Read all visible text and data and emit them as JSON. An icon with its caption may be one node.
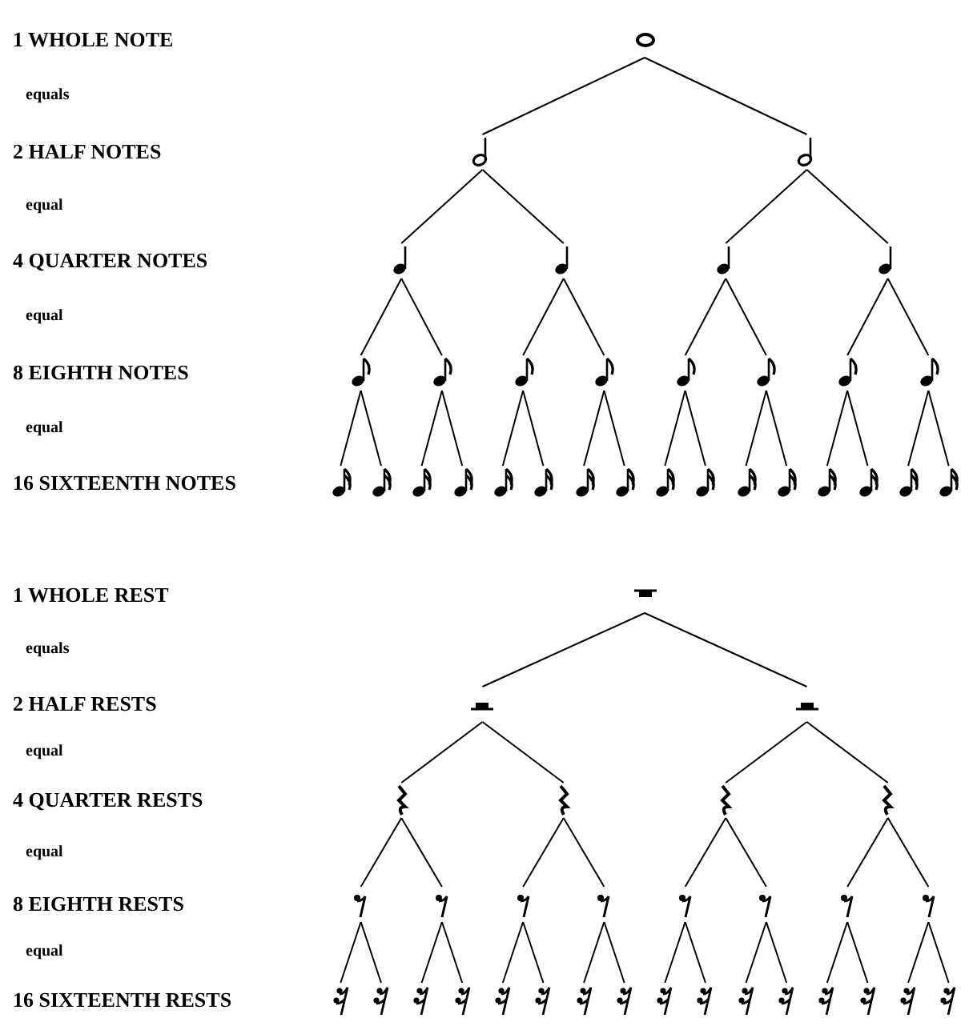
{
  "diagram": {
    "nodes": [
      {
        "text": [],
        "shape": "note"
      },
      {
        "text": [],
        "shape": "note"
      },
      {
        "text": [],
        "shape": "note"
      },
      {
        "text": [],
        "shape": "note"
      },
      {
        "text": [],
        "shape": "note"
      },
      {
        "text": [],
        "shape": "note"
      },
      {
        "text": [],
        "shape": "note"
      },
      {
        "text": [],
        "shape": "note"
      },
      {
        "text": [],
        "shape": "note"
      },
      {
        "text": [],
        "shape": "note"
      },
      {
        "text": [],
        "shape": "note"
      },
      {
        "text": [],
        "shape": "note"
      },
      {
        "text": [],
        "shape": "note"
      },
      {
        "text": [],
        "shape": "note"
      },
      {
        "text": [],
        "shape": "note"
      },
      {
        "text": [],
        "shape": "note"
      },
      {
        "text": [],
        "shape": "note"
      },
      {
        "text": [],
        "shape": "note"
      },
      {
        "text": [],
        "shape": "note"
      },
      {
        "text": [],
        "shape": "note"
      },
      {
        "text": [],
        "shape": "note"
      },
      {
        "text": [],
        "shape": "note"
      },
      {
        "text": [],
        "shape": "note"
      },
      {
        "text": [],
        "shape": "note"
      },
      {
        "text": [],
        "shape": "note"
      },
      {
        "text": [],
        "shape": "note"
      },
      {
        "text": [],
        "shape": "note"
      },
      {
        "text": [],
        "shape": "note"
      },
      {
        "text": [],
        "shape": "note"
      },
      {
        "text": [],
        "shape": "note"
      },
      {
        "text": [],
        "shape": "note"
      },
      {
        "text": [],
        "shape": "rest"
      },
      {
        "text": [],
        "shape": "rest"
      },
      {
        "text": [],
        "shape": "rest"
      },
      {
        "text": [],
        "shape": "rest"
      },
      {
        "text": [],
        "shape": "rest"
      },
      {
        "text": [],
        "shape": "rest"
      },
      {
        "text": [],
        "shape": "rest"
      },
      {
        "text": [],
        "shape": "rest"
      },
      {
        "text": [],
        "shape": "rest"
      },
      {
        "text": [],
        "shape": "rest"
      },
      {
        "text": [],
        "shape": "rest"
      },
      {
        "text": [],
        "shape": "rest"
      },
      {
        "text": [],
        "shape": "rest"
      },
      {
        "text": [],
        "shape": "rest"
      },
      {
        "text": [],
        "shape": "rest"
      },
      {
        "text": [],
        "shape": "rest"
      },
      {
        "text": [],
        "shape": "rest"
      },
      {
        "text": [],
        "shape": "rest"
      },
      {
        "text": [],
        "shape": "rest"
      },
      {
        "text": [],
        "shape": "rest"
      },
      {
        "text": [],
        "shape": "rest"
      },
      {
        "text": [],
        "shape": "rest"
      },
      {
        "text": [],
        "shape": "rest"
      },
      {
        "text": [],
        "shape": "rest"
      },
      {
        "text": [],
        "shape": "rest"
      },
      {
        "text": [],
        "shape": "rest"
      },
      {
        "text": [],
        "shape": "rest"
      },
      {
        "text": [],
        "shape": "rest"
      },
      {
        "text": [],
        "shape": "rest"
      },
      {
        "text": [],
        "shape": "rest"
      },
      {
        "text": [],
        "shape": "rest"
      }
    ],
    "edges": [
      {
        "from": 0,
        "to": 1,
        "arrow": "none"
      },
      {
        "from": 0,
        "to": 2,
        "arrow": "none"
      },
      {
        "from": 1,
        "to": 3,
        "arrow": "none"
      },
      {
        "from": 1,
        "to": 4,
        "arrow": "none"
      },
      {
        "from": 2,
        "to": 5,
        "arrow": "none"
      },
      {
        "from": 2,
        "to": 6,
        "arrow": "none"
      },
      {
        "from": 3,
        "to": 7,
        "arrow": "none"
      },
      {
        "from": 3,
        "to": 8,
        "arrow": "none"
      },
      {
        "from": 4,
        "to": 9,
        "arrow": "none"
      },
      {
        "from": 4,
        "to": 10,
        "arrow": "none"
      },
      {
        "from": 5,
        "to": 11,
        "arrow": "none"
      },
      {
        "from": 5,
        "to": 12,
        "arrow": "none"
      },
      {
        "from": 6,
        "to": 13,
        "arrow": "none"
      },
      {
        "from": 6,
        "to": 14,
        "arrow": "none"
      },
      {
        "from": 7,
        "to": 15,
        "arrow": "none"
      },
      {
        "from": 7,
        "to": 16,
        "arrow": "none"
      },
      {
        "from": 8,
        "to": 17,
        "arrow": "none"
      },
      {
        "from": 8,
        "to": 18,
        "arrow": "none"
      },
      {
        "from": 9,
        "to": 19,
        "arrow": "none"
      },
      {
        "from": 9,
        "to": 20,
        "arrow": "none"
      },
      {
        "from": 10,
        "to": 21,
        "arrow": "none"
      },
      {
        "from": 10,
        "to": 22,
        "arrow": "none"
      },
      {
        "from": 11,
        "to": 23,
        "arrow": "none"
      },
      {
        "from": 11,
        "to": 24,
        "arrow": "none"
      },
      {
        "from": 12,
        "to": 25,
        "arrow": "none"
      },
      {
        "from": 12,
        "to": 26,
        "arrow": "none"
      },
      {
        "from": 13,
        "to": 27,
        "arrow": "none"
      },
      {
        "from": 13,
        "to": 28,
        "arrow": "none"
      },
      {
        "from": 14,
        "to": 29,
        "arrow": "none"
      },
      {
        "from": 14,
        "to": 30,
        "arrow": "none"
      },
      {
        "from": 31,
        "to": 32,
        "arrow": "none"
      },
      {
        "from": 31,
        "to": 33,
        "arrow": "none"
      },
      {
        "from": 32,
        "to": 34,
        "arrow": "none"
      },
      {
        "from": 32,
        "to": 35,
        "arrow": "none"
      },
      {
        "from": 33,
        "to": 36,
        "arrow": "none"
      },
      {
        "from": 33,
        "to": 37,
        "arrow": "none"
      },
      {
        "from": 34,
        "to": 38,
        "arrow": "none"
      },
      {
        "from": 34,
        "to": 39,
        "arrow": "none"
      },
      {
        "from": 35,
        "to": 40,
        "arrow": "none"
      },
      {
        "from": 35,
        "to": 41,
        "arrow": "none"
      },
      {
        "from": 36,
        "to": 42,
        "arrow": "none"
      },
      {
        "from": 36,
        "to": 43,
        "arrow": "none"
      },
      {
        "from": 37,
        "to": 44,
        "arrow": "none"
      },
      {
        "from": 37,
        "to": 45,
        "arrow": "none"
      },
      {
        "from": 38,
        "to": 46,
        "arrow": "none"
      },
      {
        "from": 38,
        "to": 47,
        "arrow": "none"
      },
      {
        "from": 39,
        "to": 48,
        "arrow": "none"
      },
      {
        "from": 39,
        "to": 49,
        "arrow": "none"
      },
      {
        "from": 40,
        "to": 50,
        "arrow": "none"
      },
      {
        "from": 40,
        "to": 51,
        "arrow": "none"
      },
      {
        "from": 41,
        "to": 52,
        "arrow": "none"
      },
      {
        "from": 41,
        "to": 53,
        "arrow": "none"
      },
      {
        "from": 42,
        "to": 54,
        "arrow": "none"
      },
      {
        "from": 42,
        "to": 55,
        "arrow": "none"
      },
      {
        "from": 43,
        "to": 56,
        "arrow": "none"
      },
      {
        "from": 43,
        "to": 57,
        "arrow": "none"
      },
      {
        "from": 44,
        "to": 58,
        "arrow": "none"
      },
      {
        "from": 44,
        "to": 59,
        "arrow": "none"
      },
      {
        "from": 45,
        "to": 60,
        "arrow": "none"
      },
      {
        "from": 45,
        "to": 61,
        "arrow": "none"
      }
    ],
    "labels": [
      "1 WHOLE NOTE",
      "equals",
      "2 HALF NOTES",
      "equal",
      "4 QUARTER NOTES",
      "equal",
      "8 EIGHTH NOTES",
      "equal",
      "16 SIXTEENTH NOTES",
      "1 WHOLE REST",
      "equals",
      "2 HALF RESTS",
      "equal",
      "4 QUARTER RESTS",
      "equal",
      "8 EIGHTH RESTS",
      "equal",
      "16 SIXTEENTH RESTS"
    ]
  }
}
